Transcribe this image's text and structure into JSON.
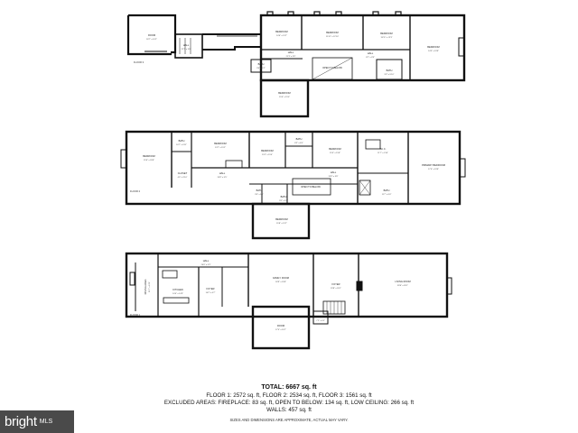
{
  "floors": [
    {
      "label": "FLOOR 3",
      "rooms": [
        {
          "name": "ROOM",
          "size": "18'7\" x 10'2\""
        },
        {
          "name": "BEDROOM",
          "size": "14'6\" x 13'7\""
        },
        {
          "name": "BEDROOM",
          "size": "15'11\" x 12'10\""
        },
        {
          "name": "BEDROOM",
          "size": "13'11\" x 12'3\""
        },
        {
          "name": "BEDROOM",
          "size": "14'3\" x 19'8\""
        },
        {
          "name": "HALL",
          "size": "22'7\" x 3'0\""
        },
        {
          "name": "HALL",
          "size": "21'3\" x 3'9\""
        },
        {
          "name": "OPEN TO BELOW",
          "size": ""
        },
        {
          "name": "HALL",
          "size": "8'7\" x 3'9\""
        },
        {
          "name": "BATH",
          "size": "9'0\" x 5'2\""
        },
        {
          "name": "BATH",
          "size": "9'3\" x 5'10\""
        },
        {
          "name": "BEDROOM",
          "size": "15'6\" x 15'0\""
        }
      ]
    },
    {
      "label": "FLOOR 2",
      "rooms": [
        {
          "name": "BEDROOM",
          "size": "15'6\" x 20'8\""
        },
        {
          "name": "BATH",
          "size": "10'7\" x 6'11\""
        },
        {
          "name": "BEDROOM",
          "size": "13'7\" x 15'2\""
        },
        {
          "name": "BEDROOM",
          "size": "15'2\" x 15'4\""
        },
        {
          "name": "BATH",
          "size": "8'2\" x 6'5\""
        },
        {
          "name": "BEDROOM",
          "size": "15'5\" x 15'8\""
        },
        {
          "name": "W.I.C.",
          "size": "11'7\" x 3'10\""
        },
        {
          "name": "PRIMARY BEDROOM",
          "size": "17'6\" x 19'8\""
        },
        {
          "name": "HALL",
          "size": "20'9\" x 5'5\""
        },
        {
          "name": "HALL",
          "size": "23'9\" x 3'8\""
        },
        {
          "name": "CLOSET",
          "size": "4'0\" x 3'10\""
        },
        {
          "name": "OPEN TO BELOW",
          "size": ""
        },
        {
          "name": "BATH",
          "size": "11'7\" x 9'4\""
        },
        {
          "name": "BATH",
          "size": "9'5\" x 5'6\""
        },
        {
          "name": "BATH",
          "size": "9'1\" x 5'3\""
        },
        {
          "name": "BEDROOM",
          "size": "15'8\" x 13'7\""
        }
      ]
    },
    {
      "label": "FLOOR 1",
      "rooms": [
        {
          "name": "HALL",
          "size": "20'0\" x 5'3\""
        },
        {
          "name": "DINING AREA",
          "size": "21'7\" x 13'0\""
        },
        {
          "name": "KITCHEN",
          "size": "14'0\" x 14'9\""
        },
        {
          "name": "FOYER",
          "size": "10'2\" x 6'7\""
        },
        {
          "name": "FAMILY ROOM",
          "size": "18'9\" x 20'8\""
        },
        {
          "name": "FOYER",
          "size": "19'8\" x 20'1\""
        },
        {
          "name": "LIVING ROOM",
          "size": "39'6\" x 26'1\""
        },
        {
          "name": "ROOM",
          "size": "17'0\" x 16'7\""
        },
        {
          "name": "HALF BATH",
          "size": "7'2\" x 4'3\""
        }
      ]
    }
  ],
  "total": "TOTAL: 6667 sq. ft",
  "floor_totals": "FLOOR 1: 2572 sq. ft, FLOOR 2: 2534 sq. ft, FLOOR 3: 1561 sq. ft",
  "excluded": "EXCLUDED AREAS: FIREPLACE: 83 sq. ft, OPEN TO BELOW: 134 sq. ft, LOW CEILING: 266 sq. ft",
  "walls": "WALLS: 457 sq. ft",
  "disclaimer": "SIZES AND DIMENSIONS ARE APPROXIMATE, ACTUAL MAY VARY.",
  "watermark": {
    "word": "bright",
    "suffix": "MLS"
  }
}
